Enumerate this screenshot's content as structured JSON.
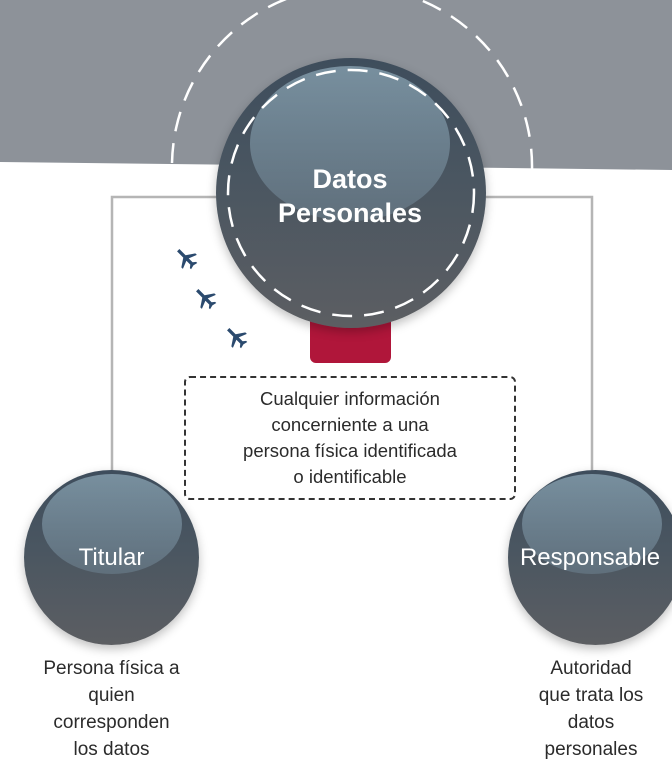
{
  "center": {
    "title_line1": "Datos",
    "title_line2": "Personales"
  },
  "definition": {
    "line1": "Cualquier información",
    "line2": "concerniente a una",
    "line3": "persona física identificada",
    "line4": "o identificable"
  },
  "titular": {
    "label": "Titular",
    "caption_line1": "Persona física a",
    "caption_line2": "quien",
    "caption_line3": "corresponden",
    "caption_line4": "los datos"
  },
  "responsable": {
    "label": "Responsable",
    "caption_line1": "Autoridad",
    "caption_line2": "que trata los",
    "caption_line3": "datos",
    "caption_line4": "personales"
  },
  "icons": [
    "airplane-icon",
    "airplane-icon",
    "airplane-icon"
  ],
  "colors": {
    "band": "#8d9299",
    "sphere": "#4a5661",
    "accent_red": "#b0163a",
    "plane": "#2b4a6e",
    "connector": "#b5b5b5"
  }
}
